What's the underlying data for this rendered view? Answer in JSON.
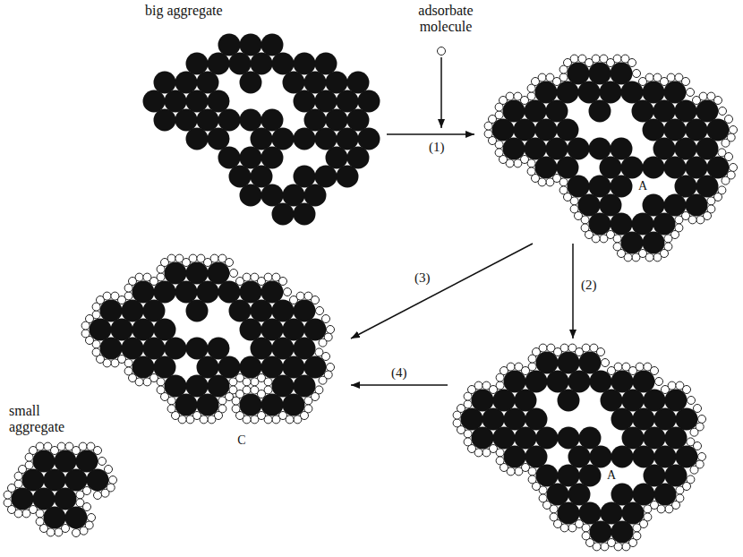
{
  "diagram": {
    "nodes": [
      {
        "text": [
          "big aggregate"
        ]
      },
      {
        "text": [
          "A"
        ]
      },
      {
        "text": [
          "A"
        ]
      },
      {
        "text": [
          "C"
        ]
      },
      {
        "text": [
          "small aggregate"
        ]
      }
    ],
    "edges": [
      {
        "from": 0,
        "to": 1,
        "arrow": "to",
        "label": "(1)"
      },
      {
        "from": 1,
        "to": 2,
        "arrow": "to",
        "label": "(2)"
      },
      {
        "from": 1,
        "to": 3,
        "arrow": "to",
        "label": "(3)"
      },
      {
        "from": 2,
        "to": 3,
        "arrow": "to",
        "label": "(4)"
      }
    ],
    "labels": [
      "adsorbate molecule"
    ]
  }
}
